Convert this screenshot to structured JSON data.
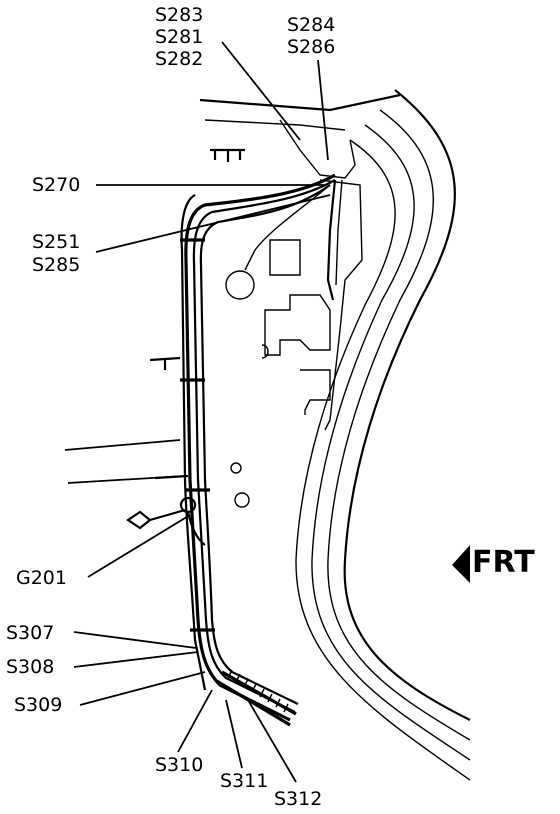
{
  "labels": {
    "s283": "S283",
    "s281": "S281",
    "s282": "S282",
    "s284": "S284",
    "s286": "S286",
    "s270": "S270",
    "s251": "S251",
    "s285": "S285",
    "g201": "G201",
    "s307": "S307",
    "s308": "S308",
    "s309": "S309",
    "s310": "S310",
    "s311": "S311",
    "s312": "S312"
  },
  "direction": "FRT"
}
